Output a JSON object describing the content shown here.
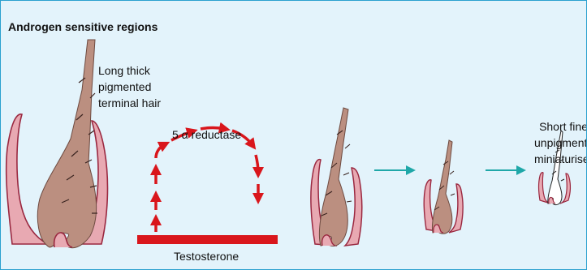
{
  "diagram": {
    "title": "Androgen sensitive regions",
    "terminal_hair_label": [
      "Long thick",
      "pigmented",
      "terminal hair"
    ],
    "enzyme_label": "5 α reductase",
    "substrate_label": "Testosterone",
    "miniaturised_label": [
      "Short fine",
      "unpigmented",
      "miniaturised"
    ]
  },
  "colors": {
    "background": "#e3f3fb",
    "border": "#2aa0cf",
    "hair_shaft": "#bb8f80",
    "follicle_outline": "#9a2840",
    "follicle_fill": "#e8a9b2",
    "red_arrow": "#d9161c",
    "teal_arrow": "#1fa7a8",
    "testosterone_bar": "#d9161c"
  }
}
